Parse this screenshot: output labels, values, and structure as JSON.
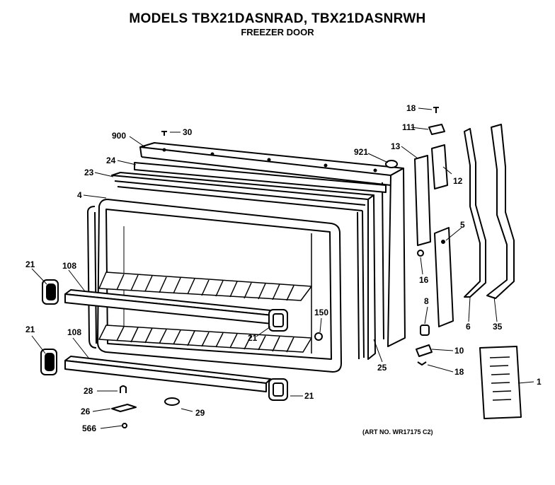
{
  "header": {
    "title": "MODELS TBX21DASNRAD, TBX21DASNRWH",
    "subtitle": "FREEZER DOOR"
  },
  "footer": {
    "art_number": "(ART NO. WR17175 C2)"
  },
  "callouts": {
    "c900": "900",
    "c30": "30",
    "c24": "24",
    "c23": "23",
    "c4": "4",
    "c921": "921",
    "c13": "13",
    "c18a": "18",
    "c111": "111",
    "c12": "12",
    "c5": "5",
    "c16": "16",
    "c8": "8",
    "c10": "10",
    "c18b": "18",
    "c6": "6",
    "c35": "35",
    "c1": "1",
    "c25": "25",
    "c150": "150",
    "c21a": "21",
    "c108a": "108",
    "c21b": "21",
    "c108b": "108",
    "c21c": "21",
    "c21d": "21",
    "c28": "28",
    "c26": "26",
    "c29": "29",
    "c566": "566"
  }
}
